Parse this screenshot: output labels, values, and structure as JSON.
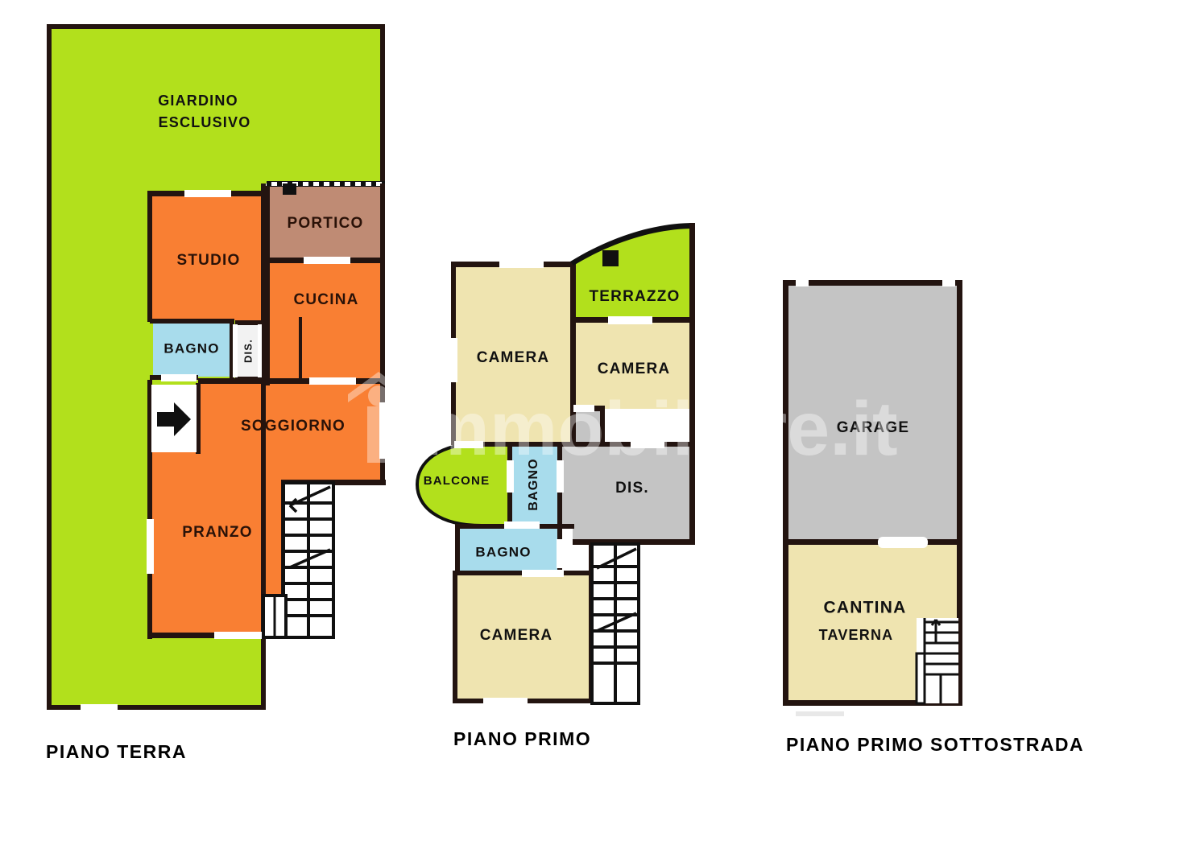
{
  "document": {
    "type": "real-estate-floor-plan",
    "title": "Floor plan",
    "background_color": "#ffffff"
  },
  "palette": {
    "garden_green": "#b2e01c",
    "terrace_green": "#b2e01c",
    "balcony_green": "#b2e01c",
    "room_orange": "#f97f33",
    "portico_brown": "#bf8b74",
    "bathroom_blue": "#a8dcec",
    "bedroom_cream": "#efe4b0",
    "cellar_cream": "#efe4b0",
    "garage_gray": "#c4c4c4",
    "hall_gray": "#c4c4c4",
    "wall_dark": "#231410",
    "wall_black": "#101010",
    "opening_white": "#ffffff",
    "text_black": "#111111"
  },
  "watermark": {
    "text": "immobiliare.it",
    "logo": "house-i-logo",
    "opacity": "0.62",
    "color": "#ffffff"
  },
  "floors": [
    {
      "id": "piano-terra",
      "title": "PIANO TERRA",
      "rooms": [
        {
          "id": "giardino-esclusivo",
          "label_line1": "GIARDINO",
          "label_line2": "ESCLUSIVO",
          "color": "#b2e01c",
          "category": "outdoor"
        },
        {
          "id": "studio",
          "label": "STUDIO",
          "color": "#f97f33",
          "category": "room"
        },
        {
          "id": "portico",
          "label": "PORTICO",
          "color": "#bf8b74",
          "category": "covered-outdoor"
        },
        {
          "id": "cucina",
          "label": "CUCINA",
          "color": "#f97f33",
          "category": "room"
        },
        {
          "id": "bagno",
          "label": "BAGNO",
          "color": "#a8dcec",
          "category": "bathroom"
        },
        {
          "id": "disimpegno",
          "label": "DIS.",
          "color": "#ffffff",
          "category": "hall",
          "orientation": "vertical"
        },
        {
          "id": "soggiorno",
          "label": "SOGGIORNO",
          "color": "#f97f33",
          "category": "room"
        },
        {
          "id": "pranzo",
          "label": "PRANZO",
          "color": "#f97f33",
          "category": "room"
        }
      ],
      "features": [
        "entrance-arrow",
        "staircase-up"
      ]
    },
    {
      "id": "piano-primo",
      "title": "PIANO PRIMO",
      "rooms": [
        {
          "id": "camera-1",
          "label": "CAMERA",
          "color": "#efe4b0",
          "category": "bedroom"
        },
        {
          "id": "terrazzo",
          "label": "TERRAZZO",
          "color": "#b2e01c",
          "category": "outdoor"
        },
        {
          "id": "camera-2",
          "label": "CAMERA",
          "color": "#efe4b0",
          "category": "bedroom"
        },
        {
          "id": "balcone",
          "label": "BALCONE",
          "color": "#b2e01c",
          "category": "outdoor"
        },
        {
          "id": "bagno-1",
          "label": "BAGNO",
          "color": "#a8dcec",
          "category": "bathroom",
          "orientation": "vertical"
        },
        {
          "id": "bagno-2",
          "label": "BAGNO",
          "color": "#a8dcec",
          "category": "bathroom"
        },
        {
          "id": "disimpegno",
          "label": "DIS.",
          "color": "#c4c4c4",
          "category": "hall"
        },
        {
          "id": "camera-3",
          "label": "CAMERA",
          "color": "#efe4b0",
          "category": "bedroom"
        }
      ],
      "features": [
        "staircase-down"
      ]
    },
    {
      "id": "piano-primo-sottostrada",
      "title": "PIANO PRIMO SOTTOSTRADA",
      "rooms": [
        {
          "id": "garage",
          "label": "GARAGE",
          "color": "#c4c4c4",
          "category": "garage"
        },
        {
          "id": "cantina-taverna",
          "label_line1": "CANTINA",
          "label_line2": "TAVERNA",
          "color": "#efe4b0",
          "category": "cellar"
        }
      ],
      "features": [
        "staircase-up"
      ]
    }
  ]
}
